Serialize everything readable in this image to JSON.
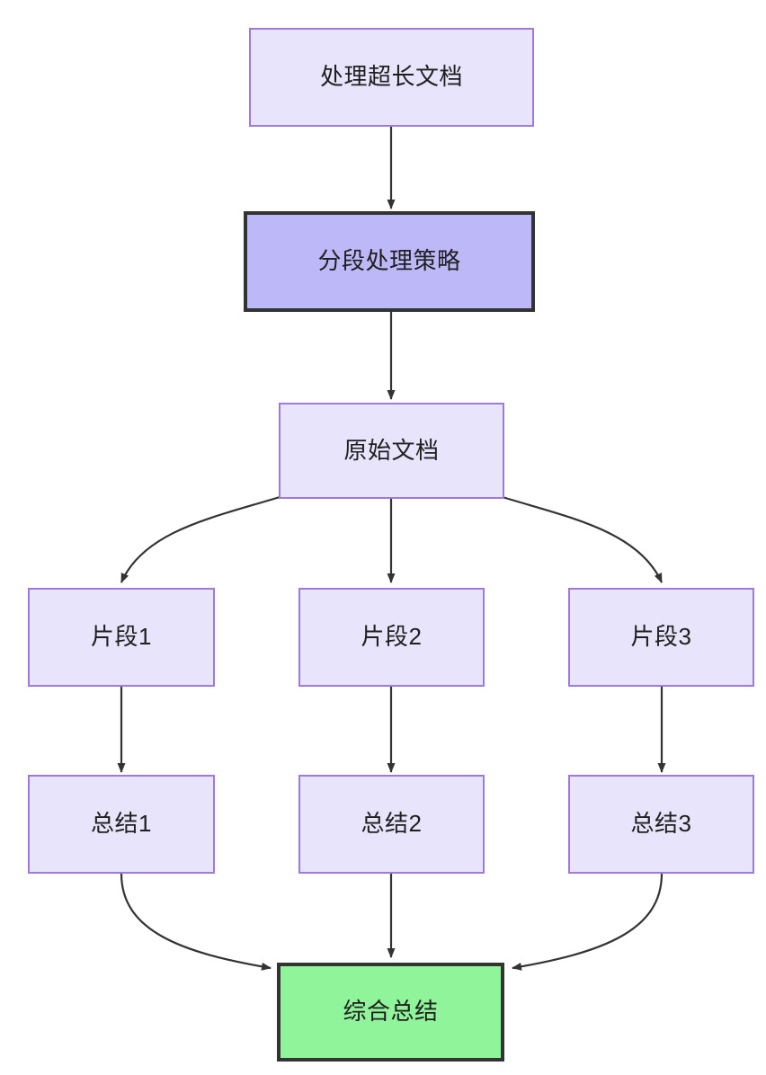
{
  "diagram": {
    "type": "flowchart",
    "direction": "top-to-bottom",
    "background_color": "#ffffff",
    "edge_color": "#333333",
    "styles": {
      "default_fill": "#e7e4fb",
      "default_stroke": "#9d79e0",
      "highlight_fill": "#bdb8f8",
      "highlight_stroke": "#333333",
      "final_fill": "#90f59a",
      "final_stroke": "#333333",
      "text_color": "#1f1f1f"
    },
    "nodes": [
      {
        "id": "long_doc",
        "label": "处理超长文档",
        "style": "default"
      },
      {
        "id": "strategy",
        "label": "分段处理策略",
        "style": "highlight"
      },
      {
        "id": "source_doc",
        "label": "原始文档",
        "style": "default"
      },
      {
        "id": "chunk1",
        "label": "片段1",
        "style": "default"
      },
      {
        "id": "chunk2",
        "label": "片段2",
        "style": "default"
      },
      {
        "id": "chunk3",
        "label": "片段3",
        "style": "default"
      },
      {
        "id": "summary1",
        "label": "总结1",
        "style": "default"
      },
      {
        "id": "summary2",
        "label": "总结2",
        "style": "default"
      },
      {
        "id": "summary3",
        "label": "总结3",
        "style": "default"
      },
      {
        "id": "final",
        "label": "综合总结",
        "style": "final"
      }
    ],
    "edges": [
      {
        "from": "long_doc",
        "to": "strategy",
        "shape": "straight"
      },
      {
        "from": "strategy",
        "to": "source_doc",
        "shape": "straight"
      },
      {
        "from": "source_doc",
        "to": "chunk1",
        "shape": "curve-left"
      },
      {
        "from": "source_doc",
        "to": "chunk2",
        "shape": "straight"
      },
      {
        "from": "source_doc",
        "to": "chunk3",
        "shape": "curve-right"
      },
      {
        "from": "chunk1",
        "to": "summary1",
        "shape": "straight"
      },
      {
        "from": "chunk2",
        "to": "summary2",
        "shape": "straight"
      },
      {
        "from": "chunk3",
        "to": "summary3",
        "shape": "straight"
      },
      {
        "from": "summary1",
        "to": "final",
        "shape": "curve-right"
      },
      {
        "from": "summary2",
        "to": "final",
        "shape": "straight"
      },
      {
        "from": "summary3",
        "to": "final",
        "shape": "curve-left"
      }
    ]
  }
}
